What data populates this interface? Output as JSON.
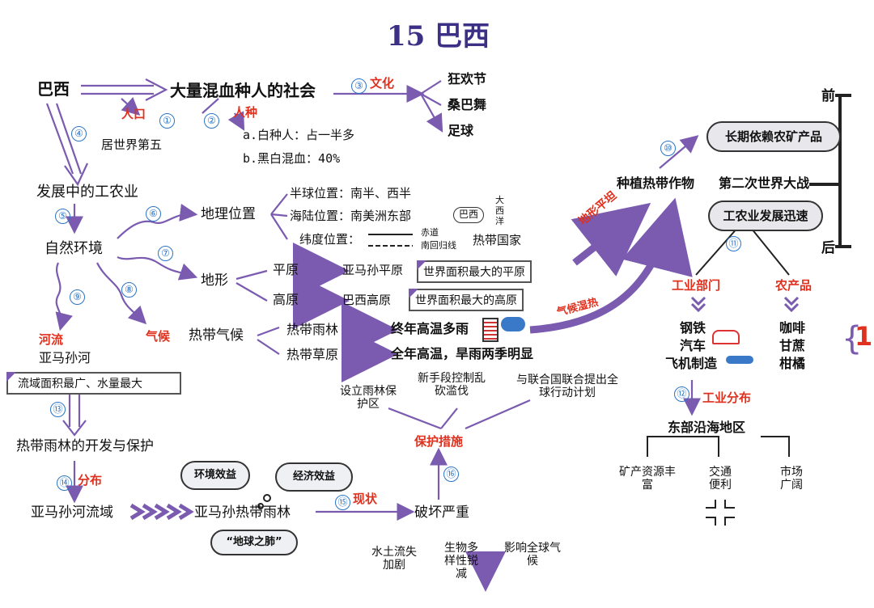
{
  "title": "15 巴西",
  "top": {
    "brazil": "巴西",
    "society": "大量混血种人的社会",
    "population_label": "人口",
    "population_num": "①",
    "race_label": "人种",
    "race_num": "②",
    "rank": "居世界第五",
    "race_a": "a.白种人：占一半多",
    "race_b": "b.黑白混血：40%",
    "culture_num": "③",
    "culture_label": "文化",
    "culture_items": [
      "狂欢节",
      "桑巴舞",
      "足球"
    ],
    "num4": "④"
  },
  "dev": {
    "title": "发展中的工农业",
    "num5": "⑤",
    "nature": "自然环境",
    "num6": "⑥",
    "geo": "地理位置",
    "hemi": "半球位置：南半、西半",
    "sealand": "海陆位置：南美洲东部",
    "brazil_tag": "巴西",
    "ocean": "大西洋",
    "lat": "纬度位置：",
    "equator": "赤道",
    "tropic": "南回归线",
    "tropical_country": "热带国家",
    "num7": "⑦",
    "terrain": "地形",
    "plain": "平原",
    "amazon_plain": "亚马孙平原",
    "plain_box": "世界面积最大的平原",
    "plateau": "高原",
    "brazil_plateau": "巴西高原",
    "plateau_box": "世界面积最大的高原",
    "num8": "⑧",
    "climate_label": "气候",
    "climate": "热带气候",
    "rainforest": "热带雨林",
    "rainforest_desc": "终年高温多雨",
    "savanna": "热带草原",
    "savanna_desc": "全年高温，旱雨两季明显",
    "num9": "⑨",
    "river_label": "河流",
    "river": "亚马孙河",
    "river_box": "流域面积最广、水量最大",
    "flat_label": "地形平坦",
    "hot_label": "气候湿热"
  },
  "right": {
    "front": "前",
    "back": "后",
    "num10": "⑩",
    "cloud1": "长期依赖农矿产品",
    "crops": "种植热带作物",
    "ww2": "第二次世界大战",
    "cloud2": "工农业发展迅速",
    "num11": "⑪",
    "industry": "工业部门",
    "agri": "农产品",
    "ind_items": [
      "钢铁",
      "汽车",
      "飞机制造"
    ],
    "agri_items": [
      "咖啡",
      "甘蔗",
      "柑橘"
    ],
    "num12": "⑫",
    "distribution": "工业分布",
    "east": "东部沿海地区",
    "factors": [
      "矿产资源丰富",
      "交通便利",
      "市场广阔"
    ]
  },
  "bottom": {
    "num13": "⑬",
    "rf_dev": "热带雨林的开发与保护",
    "num14": "⑭",
    "dist_label": "分布",
    "basin": "亚马孙河流域",
    "amazon_rf": "亚马孙热带雨林",
    "eco": "环境效益",
    "econ": "经济效益",
    "lung": "“地球之肺”",
    "num15": "⑮",
    "status_label": "现状",
    "damage": "破坏严重",
    "effects": [
      "水土流失加剧",
      "生物多样性锐减",
      "影响全球气候"
    ],
    "num16": "⑯",
    "protect": "保护措施",
    "measures": [
      "设立雨林保护区",
      "新手段控制乱砍滥伐",
      "与联合国联合提出全球行动计划"
    ]
  }
}
